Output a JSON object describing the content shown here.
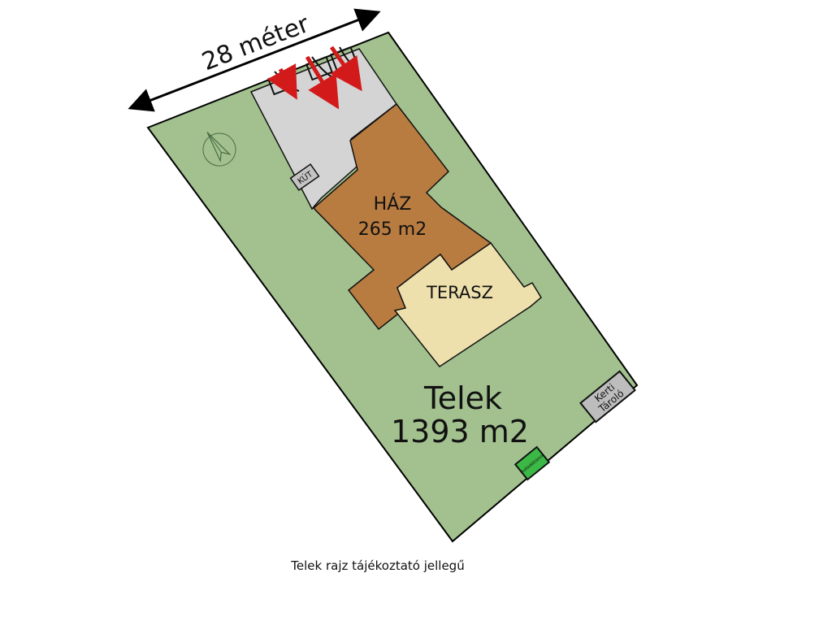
{
  "dimension": {
    "label": "28 méter"
  },
  "plot": {
    "name": "Telek",
    "area": "1393 m2"
  },
  "house": {
    "name": "HÁZ",
    "area": "265 m2"
  },
  "terrace": {
    "label": "TERASZ"
  },
  "well": {
    "label": "KÚT"
  },
  "shed": {
    "line1": "Kerti",
    "line2": "Tároló"
  },
  "small_box": {
    "label": "Hulladéktároló"
  },
  "caption": "Telek rajz tájékoztató jellegű",
  "colors": {
    "plot": "#a2c18f",
    "driveway": "#d4d4d4",
    "house": "#b87b40",
    "terrace": "#ede0ac",
    "shed": "#bdbdbd",
    "small_box": "#3bb845",
    "arrows": "#d21a1a"
  }
}
